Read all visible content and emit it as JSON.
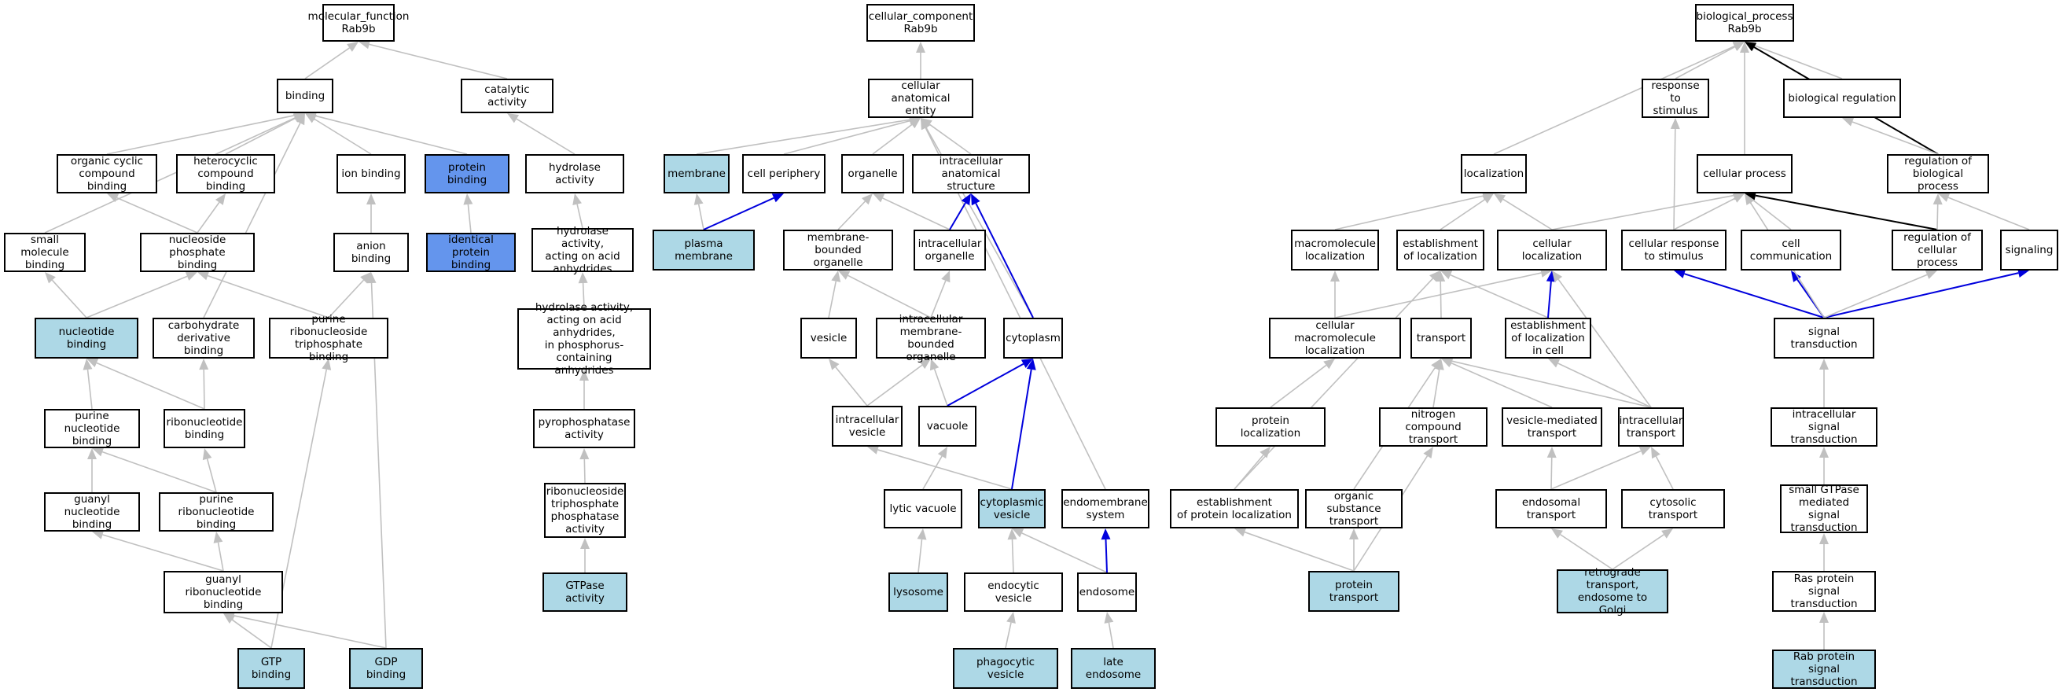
{
  "colors": {
    "edge_default": "#c0c0c0",
    "edge_blue": "#0000dd",
    "edge_black": "#000000",
    "fill_highlight": "#add8e6",
    "fill_query": "#6495ed"
  },
  "nodes": {
    "mf_root": {
      "label": "molecular_function\nRab9b",
      "fill": "white"
    },
    "binding": {
      "label": "binding",
      "fill": "white"
    },
    "catalytic": {
      "label": "catalytic activity",
      "fill": "white"
    },
    "org_cyclic": {
      "label": "organic cyclic\ncompound binding",
      "fill": "white"
    },
    "heterocyclic": {
      "label": "heterocyclic\ncompound binding",
      "fill": "white"
    },
    "ion_binding": {
      "label": "ion binding",
      "fill": "white"
    },
    "protein_binding": {
      "label": "protein binding",
      "fill": "dark"
    },
    "hydrolase": {
      "label": "hydrolase activity",
      "fill": "white"
    },
    "small_mol": {
      "label": "small molecule\nbinding",
      "fill": "white"
    },
    "nuc_phos": {
      "label": "nucleoside phosphate\nbinding",
      "fill": "white"
    },
    "anion": {
      "label": "anion binding",
      "fill": "white"
    },
    "ident_prot": {
      "label": "identical protein\nbinding",
      "fill": "dark"
    },
    "hydro_acid": {
      "label": "hydrolase activity,\nacting on acid\nanhydrides",
      "fill": "white"
    },
    "nucleotide": {
      "label": "nucleotide binding",
      "fill": "light"
    },
    "carbo": {
      "label": "carbohydrate\nderivative binding",
      "fill": "white"
    },
    "pur_ribo_tri": {
      "label": "purine ribonucleoside\ntriphosphate\nbinding",
      "fill": "white"
    },
    "hydro_phos": {
      "label": "hydrolase activity,\nacting on acid\nanhydrides,\nin phosphorus-containing\nanhydrides",
      "fill": "white"
    },
    "pur_nuc": {
      "label": "purine nucleotide\nbinding",
      "fill": "white"
    },
    "ribonuc": {
      "label": "ribonucleotide\nbinding",
      "fill": "white"
    },
    "pyrophos": {
      "label": "pyrophosphatase\nactivity",
      "fill": "white"
    },
    "guanyl_nuc": {
      "label": "guanyl nucleotide\nbinding",
      "fill": "white"
    },
    "pur_ribonuc": {
      "label": "purine ribonucleotide\nbinding",
      "fill": "white"
    },
    "ribo_tri_phos": {
      "label": "ribonucleoside\ntriphosphate\nphosphatase\nactivity",
      "fill": "white"
    },
    "guanyl_ribo": {
      "label": "guanyl ribonucleotide\nbinding",
      "fill": "white"
    },
    "gtpase": {
      "label": "GTPase activity",
      "fill": "light"
    },
    "gtp": {
      "label": "GTP binding",
      "fill": "light"
    },
    "gdp": {
      "label": "GDP binding",
      "fill": "light"
    },
    "cc_root": {
      "label": "cellular_component\nRab9b",
      "fill": "white"
    },
    "cell_anat": {
      "label": "cellular anatomical\nentity",
      "fill": "white"
    },
    "membrane": {
      "label": "membrane",
      "fill": "light"
    },
    "cell_periph": {
      "label": "cell periphery",
      "fill": "white"
    },
    "organelle": {
      "label": "organelle",
      "fill": "white"
    },
    "intra_anat": {
      "label": "intracellular\nanatomical structure",
      "fill": "white"
    },
    "plasma_mem": {
      "label": "plasma membrane",
      "fill": "light"
    },
    "mem_org": {
      "label": "membrane-bounded\norganelle",
      "fill": "white"
    },
    "intra_org": {
      "label": "intracellular\norganelle",
      "fill": "white"
    },
    "vesicle": {
      "label": "vesicle",
      "fill": "white"
    },
    "intra_mem_org": {
      "label": "intracellular\nmembrane-bounded\norganelle",
      "fill": "white"
    },
    "cytoplasm": {
      "label": "cytoplasm",
      "fill": "white"
    },
    "intra_vesicle": {
      "label": "intracellular\nvesicle",
      "fill": "white"
    },
    "vacuole": {
      "label": "vacuole",
      "fill": "white"
    },
    "lytic_vac": {
      "label": "lytic vacuole",
      "fill": "white"
    },
    "cyto_ves": {
      "label": "cytoplasmic\nvesicle",
      "fill": "light"
    },
    "endomem": {
      "label": "endomembrane\nsystem",
      "fill": "white"
    },
    "lysosome": {
      "label": "lysosome",
      "fill": "light"
    },
    "endocytic": {
      "label": "endocytic vesicle",
      "fill": "white"
    },
    "endosome": {
      "label": "endosome",
      "fill": "white"
    },
    "phagocytic": {
      "label": "phagocytic vesicle",
      "fill": "light"
    },
    "late_endo": {
      "label": "late endosome",
      "fill": "light"
    },
    "bp_root": {
      "label": "biological_process\nRab9b",
      "fill": "white"
    },
    "resp_stim": {
      "label": "response to\nstimulus",
      "fill": "white"
    },
    "bio_reg": {
      "label": "biological regulation",
      "fill": "white"
    },
    "localization": {
      "label": "localization",
      "fill": "white"
    },
    "cell_proc": {
      "label": "cellular process",
      "fill": "white"
    },
    "reg_bio": {
      "label": "regulation of\nbiological process",
      "fill": "white"
    },
    "macro_loc": {
      "label": "macromolecule\nlocalization",
      "fill": "white"
    },
    "estab_loc": {
      "label": "establishment\nof localization",
      "fill": "white"
    },
    "cell_loc": {
      "label": "cellular localization",
      "fill": "white"
    },
    "cell_resp": {
      "label": "cellular response\nto stimulus",
      "fill": "white"
    },
    "cell_comm": {
      "label": "cell communication",
      "fill": "white"
    },
    "reg_cell": {
      "label": "regulation of\ncellular process",
      "fill": "white"
    },
    "signaling": {
      "label": "signaling",
      "fill": "white"
    },
    "cell_macro_loc": {
      "label": "cellular macromolecule\nlocalization",
      "fill": "white"
    },
    "transport": {
      "label": "transport",
      "fill": "white"
    },
    "estab_cell": {
      "label": "establishment\nof localization\nin cell",
      "fill": "white"
    },
    "sig_trans": {
      "label": "signal transduction",
      "fill": "white"
    },
    "prot_loc": {
      "label": "protein localization",
      "fill": "white"
    },
    "nitro": {
      "label": "nitrogen compound\ntransport",
      "fill": "white"
    },
    "ves_trans": {
      "label": "vesicle-mediated\ntransport",
      "fill": "white"
    },
    "intra_trans": {
      "label": "intracellular\ntransport",
      "fill": "white"
    },
    "intra_sig": {
      "label": "intracellular\nsignal transduction",
      "fill": "white"
    },
    "estab_prot": {
      "label": "establishment\nof protein localization",
      "fill": "white"
    },
    "org_sub": {
      "label": "organic substance\ntransport",
      "fill": "white"
    },
    "endosomal": {
      "label": "endosomal transport",
      "fill": "white"
    },
    "cytosolic": {
      "label": "cytosolic transport",
      "fill": "white"
    },
    "small_gtp": {
      "label": "small GTPase\nmediated signal\ntransduction",
      "fill": "white"
    },
    "prot_trans": {
      "label": "protein transport",
      "fill": "light"
    },
    "retro": {
      "label": "retrograde transport,\nendosome to\nGolgi",
      "fill": "light"
    },
    "ras": {
      "label": "Ras protein\nsignal transduction",
      "fill": "white"
    },
    "rab": {
      "label": "Rab protein\nsignal transduction",
      "fill": "light"
    }
  },
  "edges": [
    [
      "binding",
      "mf_root",
      "g"
    ],
    [
      "catalytic",
      "mf_root",
      "g"
    ],
    [
      "org_cyclic",
      "binding",
      "g"
    ],
    [
      "heterocyclic",
      "binding",
      "g"
    ],
    [
      "ion_binding",
      "binding",
      "g"
    ],
    [
      "protein_binding",
      "binding",
      "g"
    ],
    [
      "small_mol",
      "binding",
      "g"
    ],
    [
      "carbo",
      "binding",
      "g"
    ],
    [
      "hydrolase",
      "catalytic",
      "g"
    ],
    [
      "nuc_phos",
      "org_cyclic",
      "g"
    ],
    [
      "nuc_phos",
      "heterocyclic",
      "g"
    ],
    [
      "anion",
      "ion_binding",
      "g"
    ],
    [
      "ident_prot",
      "protein_binding",
      "g"
    ],
    [
      "hydro_acid",
      "hydrolase",
      "g"
    ],
    [
      "nucleotide",
      "small_mol",
      "g"
    ],
    [
      "nucleotide",
      "nuc_phos",
      "g"
    ],
    [
      "pur_ribo_tri",
      "nuc_phos",
      "g"
    ],
    [
      "pur_ribo_tri",
      "anion",
      "g"
    ],
    [
      "hydro_phos",
      "hydro_acid",
      "g"
    ],
    [
      "pur_nuc",
      "nucleotide",
      "g"
    ],
    [
      "ribonuc",
      "nucleotide",
      "g"
    ],
    [
      "ribonuc",
      "carbo",
      "g"
    ],
    [
      "pyrophos",
      "hydro_phos",
      "g"
    ],
    [
      "guanyl_nuc",
      "pur_nuc",
      "g"
    ],
    [
      "pur_ribonuc",
      "pur_nuc",
      "g"
    ],
    [
      "pur_ribonuc",
      "ribonuc",
      "g"
    ],
    [
      "ribo_tri_phos",
      "pyrophos",
      "g"
    ],
    [
      "guanyl_ribo",
      "guanyl_nuc",
      "g"
    ],
    [
      "guanyl_ribo",
      "pur_ribonuc",
      "g"
    ],
    [
      "gtpase",
      "ribo_tri_phos",
      "g"
    ],
    [
      "gtp",
      "guanyl_ribo",
      "g"
    ],
    [
      "gdp",
      "guanyl_ribo",
      "g"
    ],
    [
      "gtp",
      "pur_ribo_tri",
      "g"
    ],
    [
      "gdp",
      "anion",
      "g"
    ],
    [
      "cell_anat",
      "cc_root",
      "g"
    ],
    [
      "membrane",
      "cell_anat",
      "g"
    ],
    [
      "cell_periph",
      "cell_anat",
      "g"
    ],
    [
      "organelle",
      "cell_anat",
      "g"
    ],
    [
      "intra_anat",
      "cell_anat",
      "g"
    ],
    [
      "cytoplasm",
      "cell_anat",
      "g"
    ],
    [
      "endomem",
      "cell_anat",
      "g"
    ],
    [
      "plasma_mem",
      "membrane",
      "g"
    ],
    [
      "plasma_mem",
      "cell_periph",
      "b"
    ],
    [
      "mem_org",
      "organelle",
      "g"
    ],
    [
      "intra_org",
      "organelle",
      "g"
    ],
    [
      "intra_org",
      "intra_anat",
      "b"
    ],
    [
      "cytoplasm",
      "intra_anat",
      "b"
    ],
    [
      "vesicle",
      "mem_org",
      "g"
    ],
    [
      "intra_mem_org",
      "mem_org",
      "g"
    ],
    [
      "intra_mem_org",
      "intra_org",
      "g"
    ],
    [
      "intra_vesicle",
      "vesicle",
      "g"
    ],
    [
      "intra_vesicle",
      "intra_mem_org",
      "g"
    ],
    [
      "vacuole",
      "intra_mem_org",
      "g"
    ],
    [
      "vacuole",
      "cytoplasm",
      "b"
    ],
    [
      "lytic_vac",
      "vacuole",
      "g"
    ],
    [
      "cyto_ves",
      "intra_vesicle",
      "g"
    ],
    [
      "cyto_ves",
      "cytoplasm",
      "b"
    ],
    [
      "lysosome",
      "lytic_vac",
      "g"
    ],
    [
      "endocytic",
      "cyto_ves",
      "g"
    ],
    [
      "endosome",
      "cyto_ves",
      "g"
    ],
    [
      "endosome",
      "endomem",
      "b"
    ],
    [
      "phagocytic",
      "endocytic",
      "g"
    ],
    [
      "late_endo",
      "endosome",
      "g"
    ],
    [
      "resp_stim",
      "bp_root",
      "g"
    ],
    [
      "bio_reg",
      "bp_root",
      "g"
    ],
    [
      "localization",
      "bp_root",
      "g"
    ],
    [
      "cell_proc",
      "bp_root",
      "g"
    ],
    [
      "reg_bio",
      "bp_root",
      "k"
    ],
    [
      "reg_bio",
      "bio_reg",
      "g"
    ],
    [
      "macro_loc",
      "localization",
      "g"
    ],
    [
      "estab_loc",
      "localization",
      "g"
    ],
    [
      "cell_loc",
      "localization",
      "g"
    ],
    [
      "cell_loc",
      "cell_proc",
      "g"
    ],
    [
      "cell_resp",
      "cell_proc",
      "g"
    ],
    [
      "cell_comm",
      "cell_proc",
      "g"
    ],
    [
      "reg_cell",
      "cell_proc",
      "k"
    ],
    [
      "reg_cell",
      "reg_bio",
      "g"
    ],
    [
      "signaling",
      "reg_bio",
      "g"
    ],
    [
      "cell_resp",
      "resp_stim",
      "g"
    ],
    [
      "cell_macro_loc",
      "macro_loc",
      "g"
    ],
    [
      "cell_macro_loc",
      "cell_loc",
      "g"
    ],
    [
      "transport",
      "estab_loc",
      "g"
    ],
    [
      "estab_cell",
      "estab_loc",
      "g"
    ],
    [
      "estab_cell",
      "cell_loc",
      "b"
    ],
    [
      "sig_trans",
      "cell_resp",
      "b"
    ],
    [
      "sig_trans",
      "cell_comm",
      "b"
    ],
    [
      "sig_trans",
      "signaling",
      "b"
    ],
    [
      "sig_trans",
      "cell_proc",
      "g"
    ],
    [
      "sig_trans",
      "reg_cell",
      "g"
    ],
    [
      "prot_loc",
      "cell_macro_loc",
      "g"
    ],
    [
      "nitro",
      "transport",
      "g"
    ],
    [
      "ves_trans",
      "transport",
      "g"
    ],
    [
      "intra_trans",
      "transport",
      "g"
    ],
    [
      "intra_trans",
      "estab_cell",
      "g"
    ],
    [
      "intra_trans",
      "cell_loc",
      "g"
    ],
    [
      "intra_sig",
      "sig_trans",
      "g"
    ],
    [
      "estab_prot",
      "prot_loc",
      "g"
    ],
    [
      "estab_prot",
      "estab_loc",
      "g"
    ],
    [
      "org_sub",
      "transport",
      "g"
    ],
    [
      "endosomal",
      "ves_trans",
      "g"
    ],
    [
      "endosomal",
      "intra_trans",
      "g"
    ],
    [
      "cytosolic",
      "intra_trans",
      "g"
    ],
    [
      "small_gtp",
      "intra_sig",
      "g"
    ],
    [
      "prot_trans",
      "estab_prot",
      "g"
    ],
    [
      "prot_trans",
      "org_sub",
      "g"
    ],
    [
      "prot_trans",
      "nitro",
      "g"
    ],
    [
      "retro",
      "endosomal",
      "g"
    ],
    [
      "retro",
      "cytosolic",
      "g"
    ],
    [
      "ras",
      "small_gtp",
      "g"
    ],
    [
      "rab",
      "ras",
      "g"
    ]
  ]
}
